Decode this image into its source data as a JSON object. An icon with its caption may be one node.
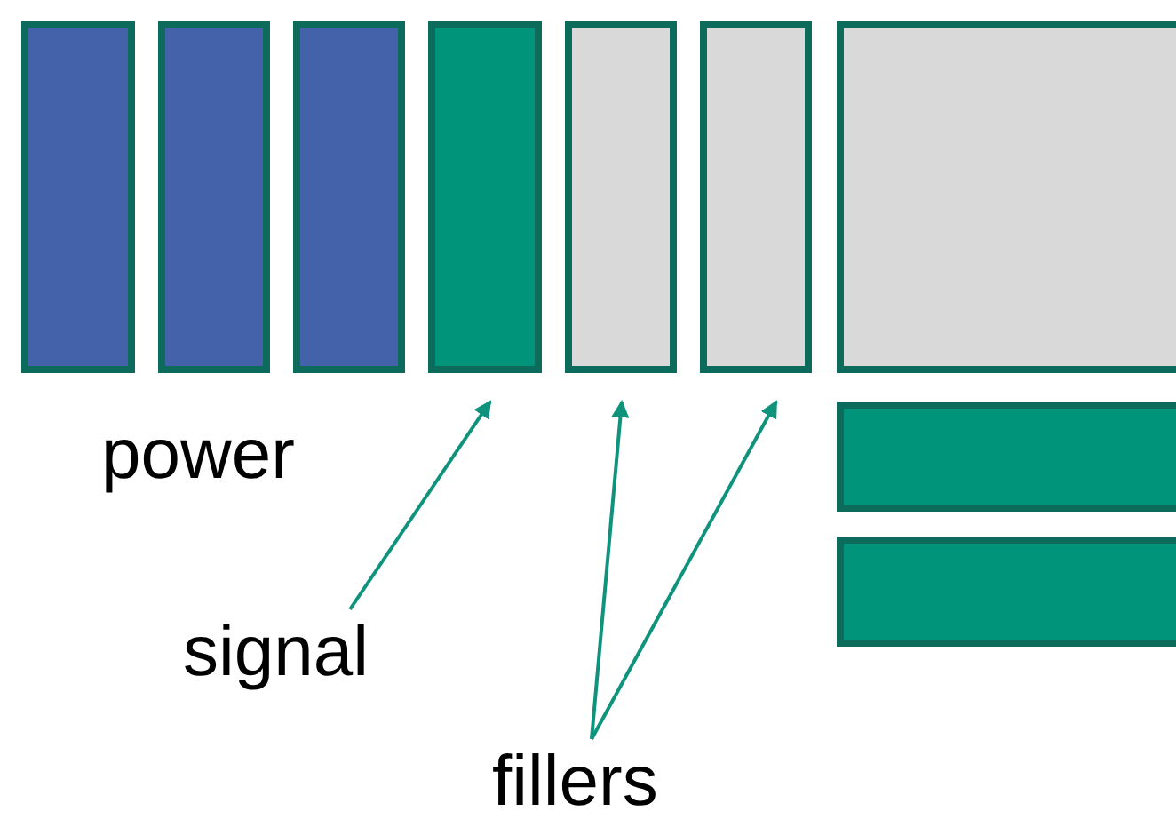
{
  "diagram": {
    "nodes": [
      {
        "text": [],
        "shape": "box"
      },
      {
        "text": [],
        "shape": "box"
      },
      {
        "text": [],
        "shape": "box"
      },
      {
        "text": [],
        "shape": "box"
      },
      {
        "text": [],
        "shape": "box"
      },
      {
        "text": [],
        "shape": "box"
      },
      {
        "text": [],
        "shape": "box"
      },
      {
        "text": [],
        "shape": "box"
      },
      {
        "text": [],
        "shape": "box"
      },
      {
        "text": [
          "signal"
        ]
      },
      {
        "text": [
          "fillers"
        ]
      }
    ],
    "edges": [
      {
        "from": 9,
        "to": 3,
        "arrow": "to"
      },
      {
        "from": 10,
        "to": 4,
        "arrow": "to"
      },
      {
        "from": 10,
        "to": 5,
        "arrow": "to"
      }
    ],
    "labels": [
      "power"
    ]
  }
}
